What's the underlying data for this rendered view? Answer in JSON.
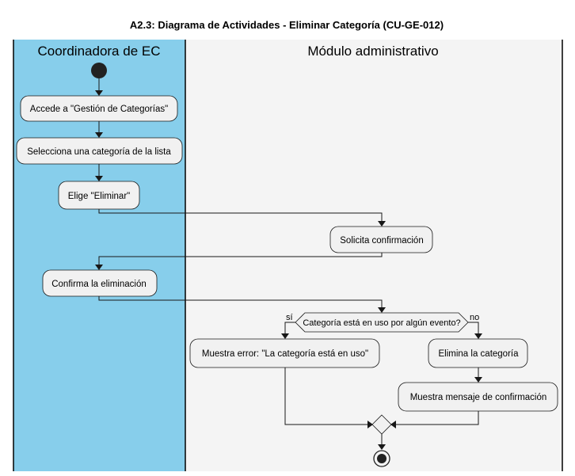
{
  "title": "A2.3: Diagrama de Actividades - Eliminar Categoría (CU-GE-012)",
  "colors": {
    "lane_coordinadora": "#87CEEB",
    "lane_modulo": "#F4F4F4",
    "node_fill": "#F1F1F1",
    "line": "#181818"
  },
  "lanes": {
    "coordinadora": "Coordinadora de EC",
    "modulo": "Módulo administrativo"
  },
  "activities": {
    "accede": "Accede a \"Gestión de Categorías\"",
    "selecciona": "Selecciona una categoría de la lista",
    "elige": "Elige \"Eliminar\"",
    "solicita": "Solicita confirmación",
    "confirma": "Confirma la eliminación",
    "error": "Muestra error: \"La categoría está en uso\"",
    "elimina": "Elimina la categoría",
    "mensaje": "Muestra mensaje de confirmación"
  },
  "decision": {
    "question": "Categoría está en uso por algún evento?",
    "yes": "sí",
    "no": "no"
  }
}
